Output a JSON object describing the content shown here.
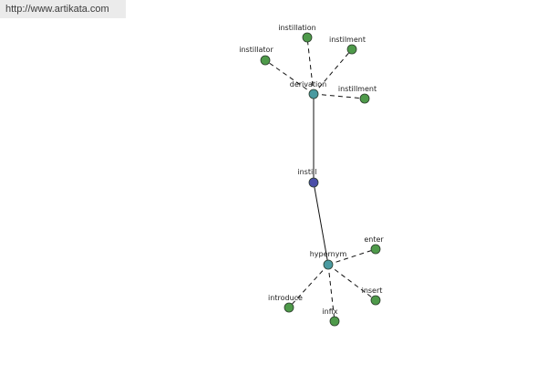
{
  "site": {
    "url_text": "http://www.artikata.com"
  },
  "graph": {
    "colors": {
      "leaf": "#4e9a4a",
      "hub": "#4a9aa0",
      "root": "#4a4ea8",
      "node_stroke": "#2a3a2a",
      "edge": "#111111"
    },
    "nodes": [
      {
        "id": "instill",
        "label": "instill",
        "kind": "root"
      },
      {
        "id": "derivation",
        "label": "derivation",
        "kind": "hub"
      },
      {
        "id": "hypernym",
        "label": "hypernym",
        "kind": "hub"
      },
      {
        "id": "instillation",
        "label": "instillation",
        "kind": "leaf"
      },
      {
        "id": "instilment",
        "label": "instilment",
        "kind": "leaf"
      },
      {
        "id": "instillator",
        "label": "instillator",
        "kind": "leaf"
      },
      {
        "id": "instillment",
        "label": "instillment",
        "kind": "leaf"
      },
      {
        "id": "enter",
        "label": "enter",
        "kind": "leaf"
      },
      {
        "id": "insert",
        "label": "insert",
        "kind": "leaf"
      },
      {
        "id": "introduce",
        "label": "introduce",
        "kind": "leaf"
      },
      {
        "id": "infix",
        "label": "infix",
        "kind": "leaf"
      }
    ],
    "edges": [
      {
        "from": "instill",
        "to": "derivation",
        "style": "solid"
      },
      {
        "from": "instill",
        "to": "hypernym",
        "style": "solid"
      },
      {
        "from": "derivation",
        "to": "instillation",
        "style": "dashed"
      },
      {
        "from": "derivation",
        "to": "instilment",
        "style": "dashed"
      },
      {
        "from": "derivation",
        "to": "instillator",
        "style": "dashed"
      },
      {
        "from": "derivation",
        "to": "instillment",
        "style": "dashed"
      },
      {
        "from": "hypernym",
        "to": "enter",
        "style": "dashed"
      },
      {
        "from": "hypernym",
        "to": "insert",
        "style": "dashed"
      },
      {
        "from": "hypernym",
        "to": "introduce",
        "style": "dashed"
      },
      {
        "from": "hypernym",
        "to": "infix",
        "style": "dashed"
      }
    ]
  }
}
